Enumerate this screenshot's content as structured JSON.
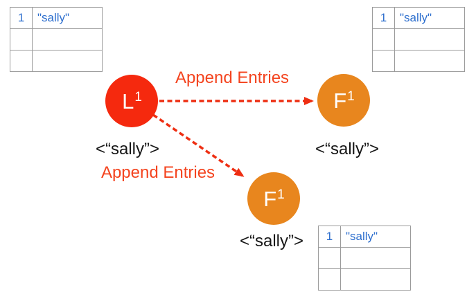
{
  "colors": {
    "leader": "#f5290e",
    "follower": "#e8861e",
    "arrow": "#ee2e12",
    "label_red": "#f4441f",
    "table_text": "#2e6fce",
    "table_border": "#9b9b9b",
    "log_text": "#161616",
    "background": "#ffffff"
  },
  "nodes": {
    "leader": {
      "letter": "L",
      "term": "1",
      "log": "<“sally”>"
    },
    "follower_right": {
      "letter": "F",
      "term": "1",
      "log": "<“sally”>"
    },
    "follower_bottom": {
      "letter": "F",
      "term": "1",
      "log": "<“sally”>"
    }
  },
  "arrows": {
    "to_follower_right": {
      "label": "Append Entries"
    },
    "to_follower_bottom": {
      "label": "Append Entries"
    }
  },
  "tables": {
    "top_left": {
      "rows": [
        [
          "1",
          "\"sally\""
        ],
        [
          "",
          ""
        ],
        [
          "",
          ""
        ]
      ]
    },
    "top_right": {
      "rows": [
        [
          "1",
          "\"sally\""
        ],
        [
          "",
          ""
        ],
        [
          "",
          ""
        ]
      ]
    },
    "bottom_right": {
      "rows": [
        [
          "1",
          "\"sally\""
        ],
        [
          "",
          ""
        ],
        [
          "",
          ""
        ]
      ]
    }
  }
}
